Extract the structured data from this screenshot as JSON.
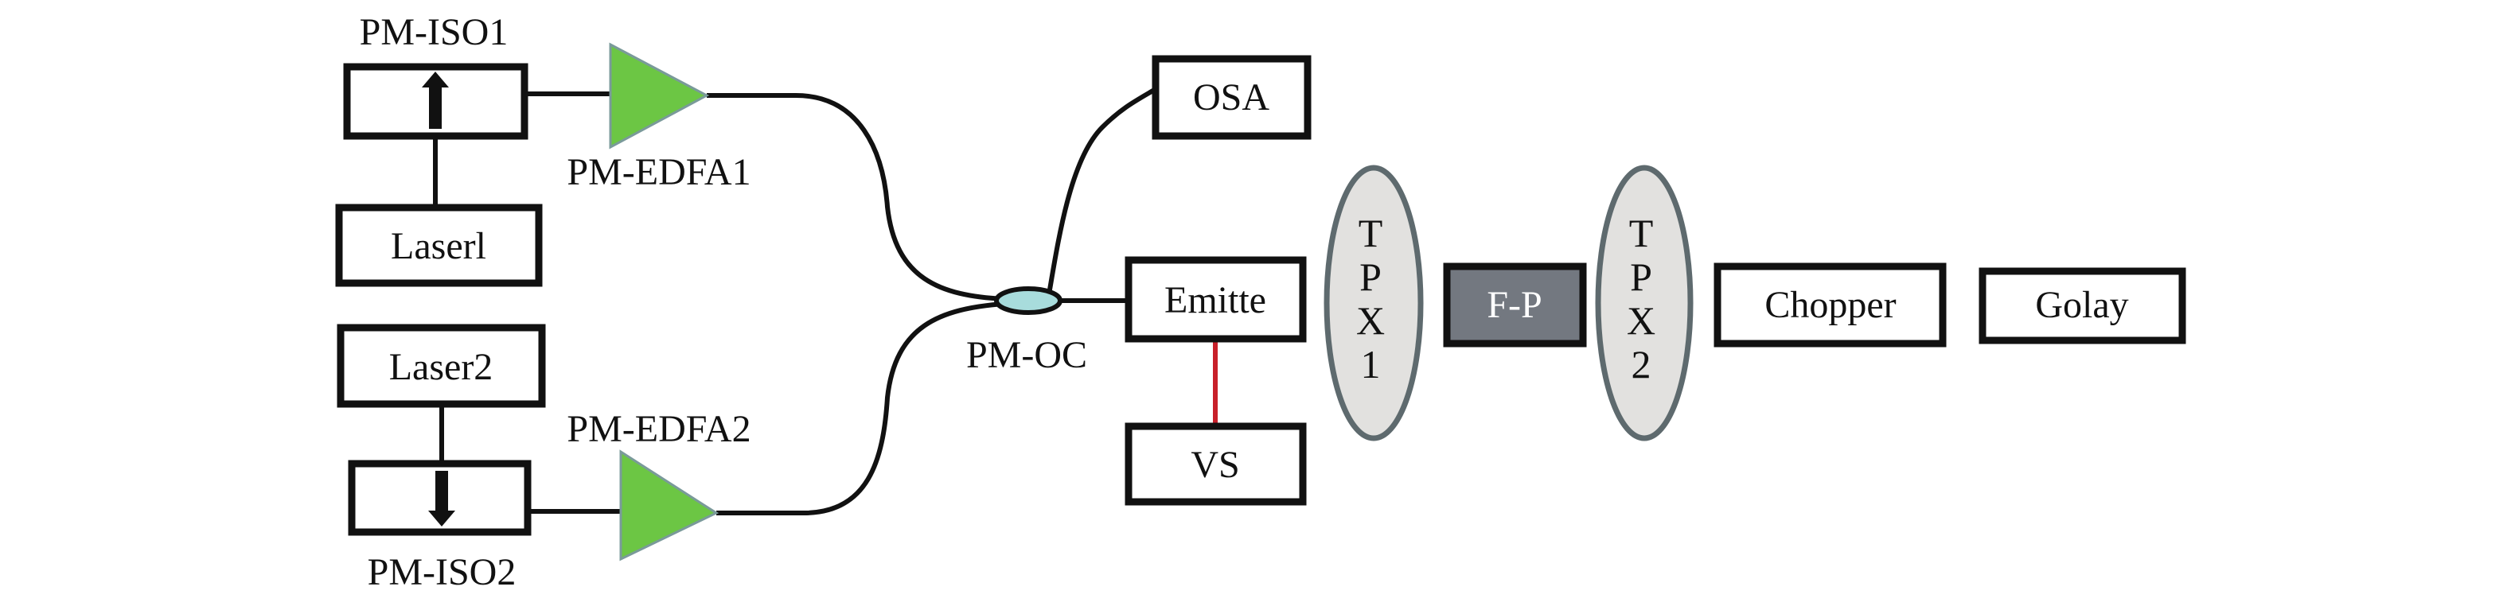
{
  "labels": {
    "pm_iso1": "PM-ISO1",
    "pm_iso2": "PM-ISO2",
    "pm_edfa1": "PM-EDFA1",
    "pm_edfa2": "PM-EDFA2",
    "laser1": "Laserl",
    "laser2": "Laser2",
    "pm_oc": "PM-OC",
    "osa": "OSA",
    "emitter": "Emitte",
    "vs": "VS",
    "tpx1": [
      "T",
      "P",
      "X",
      "1"
    ],
    "fp": "F-P",
    "tpx2": [
      "T",
      "P",
      "X",
      "2"
    ],
    "chopper": "Chopper",
    "golay": "Golay"
  },
  "colors": {
    "amplifier": "#6cc644",
    "amplifier_edge": "#7a9a9a",
    "coupler": "#a8dcdc",
    "lens_fill": "#e2e1df",
    "lens_edge": "#5e6a6e",
    "fp_fill": "#737880",
    "voltage_wire": "#c8202a"
  }
}
